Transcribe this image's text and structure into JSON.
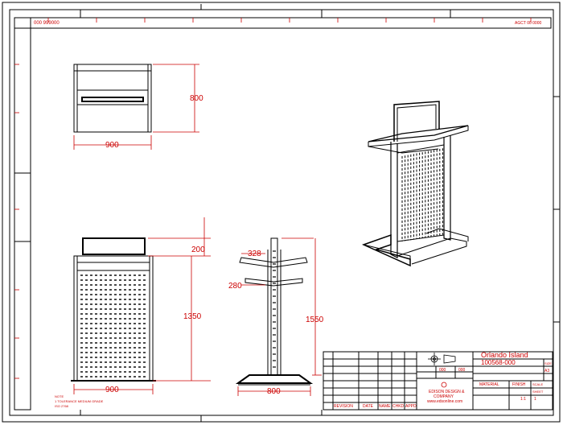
{
  "drawing": {
    "ref_tag": "000 999000",
    "corner_tag": "AGCT 00 0000"
  },
  "dimensions": {
    "front_height": "800",
    "front_width": "900",
    "top_offset": "200",
    "elevation_height": "1350",
    "elevation_width": "900",
    "side_upper": "328",
    "side_lower": "280",
    "side_height": "1550",
    "side_base": "800"
  },
  "note": {
    "line1": "NOTE",
    "line2": "1 TOLERANCE MEDIUM GRADE",
    "line3": "ISO 2768"
  },
  "title_block": {
    "project": "Orlando Island",
    "part_number": "100568-000",
    "company_line1": "EDISON DESIGN &",
    "company_line2": "COMPANY",
    "company_line3": "www.edsonline.com",
    "revision_headers": [
      "REVISION",
      "DATE",
      "NAME",
      "CHKD",
      "APPD"
    ],
    "cell_a": "000",
    "cell_b": "000",
    "cell_c": "MATERIAL",
    "cell_d": "FINISH",
    "cell_e": "SCALE",
    "cell_f": "SHEET",
    "cell_g": "1:1",
    "cell_h": "1",
    "cell_i": "SIZE",
    "cell_j": "A3"
  }
}
